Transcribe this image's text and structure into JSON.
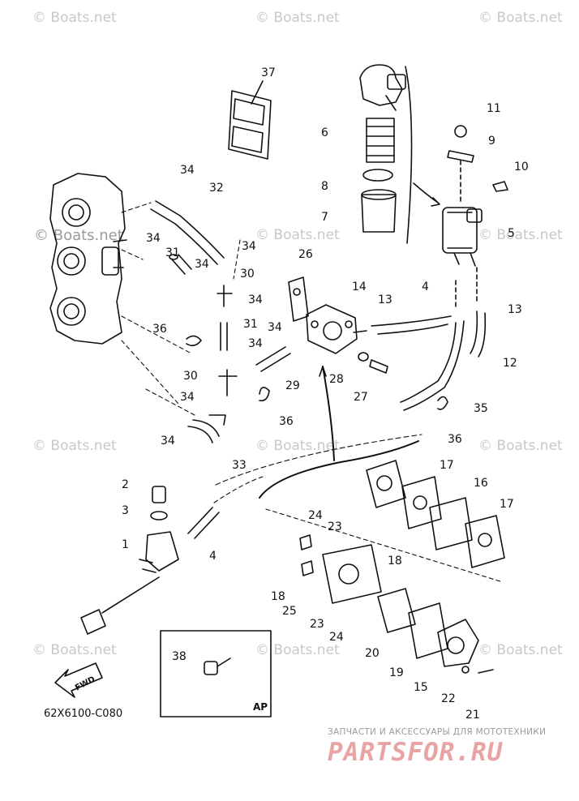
{
  "watermark": "© Boats.net",
  "diagram_code": "62X6100-C080",
  "ap_label": "AP",
  "fwd_label": "FWD",
  "brand": {
    "tagline": "ЗАПЧАСТИ И АКСЕССУАРЫ ДЛЯ МОТОТЕХНИКИ",
    "logo_text": "PARTSFOR.RU"
  },
  "callouts": {
    "c1": "1",
    "c2": "2",
    "c3": "3",
    "c4a": "4",
    "c4b": "4",
    "c5": "5",
    "c6": "6",
    "c7": "7",
    "c8": "8",
    "c9": "9",
    "c10": "10",
    "c11": "11",
    "c12": "12",
    "c13a": "13",
    "c13b": "13",
    "c14": "14",
    "c15": "15",
    "c16": "16",
    "c17a": "17",
    "c17b": "17",
    "c18a": "18",
    "c18b": "18",
    "c19": "19",
    "c20": "20",
    "c21": "21",
    "c22": "22",
    "c23a": "23",
    "c23b": "23",
    "c24a": "24",
    "c24b": "24",
    "c25": "25",
    "c26": "26",
    "c27": "27",
    "c28": "28",
    "c29": "29",
    "c30a": "30",
    "c30b": "30",
    "c31a": "31",
    "c31b": "31",
    "c32": "32",
    "c33": "33",
    "c34a": "34",
    "c34b": "34",
    "c34c": "34",
    "c34d": "34",
    "c34e": "34",
    "c34f": "34",
    "c34g": "34",
    "c34h": "34",
    "c34i": "34",
    "c35": "35",
    "c36a": "36",
    "c36b": "36",
    "c36c": "36",
    "c37": "37",
    "c38": "38"
  }
}
